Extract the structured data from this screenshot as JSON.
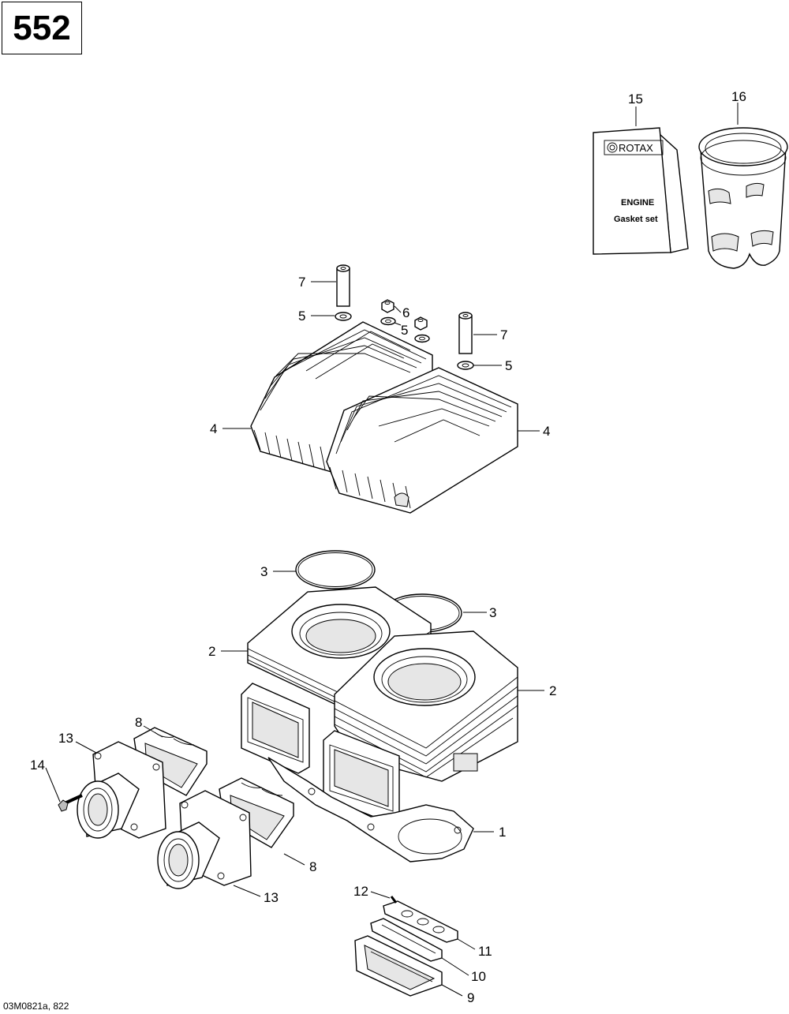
{
  "header": {
    "engine_code": "552"
  },
  "footer": {
    "figure_ref": "03M0821a, 822"
  },
  "gasket_kit": {
    "brand": "ROTAX",
    "line1": "ENGINE",
    "line2": "Gasket set"
  },
  "callouts": {
    "c1": "1",
    "c2a": "2",
    "c2b": "2",
    "c3a": "3",
    "c3b": "3",
    "c4a": "4",
    "c4b": "4",
    "c5a": "5",
    "c5b": "5",
    "c5c": "5",
    "c6": "6",
    "c7a": "7",
    "c7b": "7",
    "c8a": "8",
    "c8b": "8",
    "c9": "9",
    "c10": "10",
    "c11": "11",
    "c12": "12",
    "c13a": "13",
    "c13b": "13",
    "c14": "14",
    "c15": "15",
    "c16": "16"
  }
}
